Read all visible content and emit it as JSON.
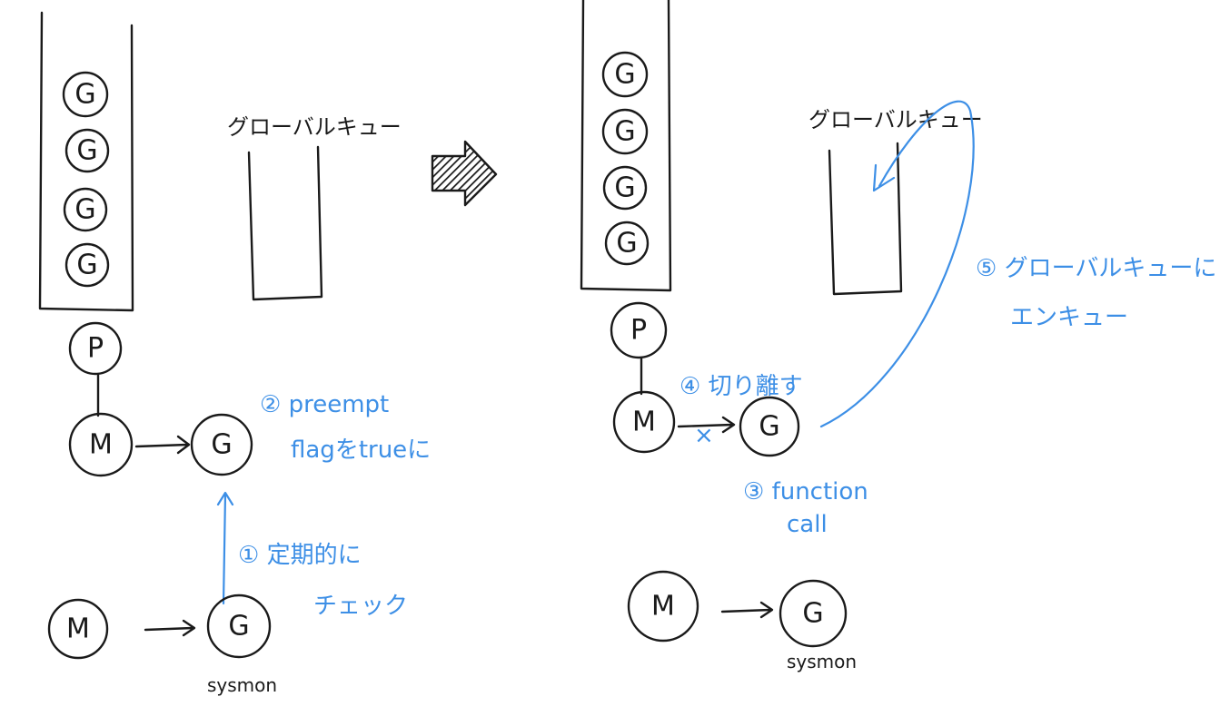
{
  "colors": {
    "ink": "#1a1a1a",
    "annotation": "#3d8fe6",
    "background": "#ffffff"
  },
  "nodes": {
    "g": "G",
    "p": "P",
    "m": "M"
  },
  "labels": {
    "global_queue": "グローバルキュー",
    "sysmon": "sysmon",
    "cross": "×"
  },
  "steps": {
    "step1_line1": "① 定期的に",
    "step1_line2": "チェック",
    "step2_line1": "② preempt",
    "step2_line2": "flagをtrueに",
    "step3_line1": "③ function",
    "step3_line2": "call",
    "step4": "④ 切り離す",
    "step5_line1": "⑤ グローバルキューに",
    "step5_line2": "エンキュー"
  },
  "icons": {
    "transition": "right-arrow-icon"
  }
}
